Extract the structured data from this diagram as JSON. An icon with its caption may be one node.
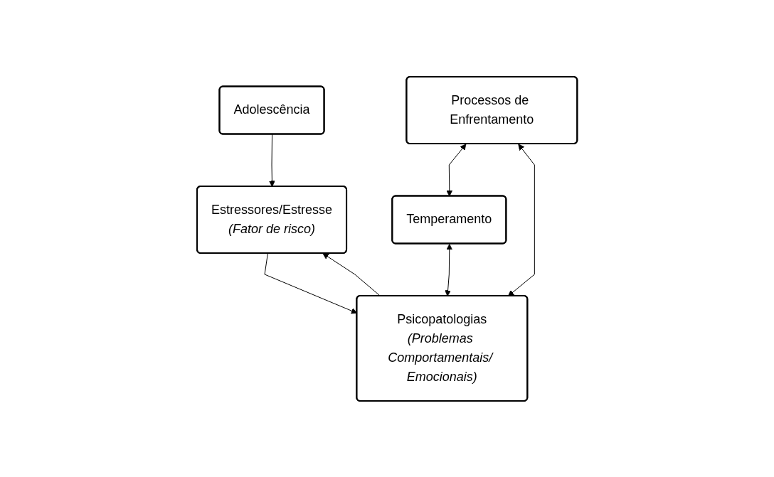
{
  "diagram": {
    "nodes": [
      {
        "text": [
          "Adolescência"
        ]
      },
      {
        "text": [
          "Estressores/Estresse",
          "(Fator de risco)"
        ]
      },
      {
        "text": [
          "Processos de Enfrentamento"
        ]
      },
      {
        "text": [
          "Temperamento"
        ]
      },
      {
        "text": [
          "Psicopatologias",
          "(Problemas Comportamentais/ Emocionais)"
        ]
      }
    ],
    "edges": [
      {
        "from": 0,
        "to": 1,
        "arrow": "to"
      },
      {
        "from": 1,
        "to": 4,
        "arrow": "to"
      },
      {
        "from": 2,
        "to": 3,
        "arrow": "both"
      },
      {
        "from": 2,
        "to": 4,
        "arrow": "both"
      },
      {
        "from": 3,
        "to": 4,
        "arrow": "both"
      },
      {
        "from": 4,
        "to": 1,
        "arrow": "to"
      }
    ]
  }
}
